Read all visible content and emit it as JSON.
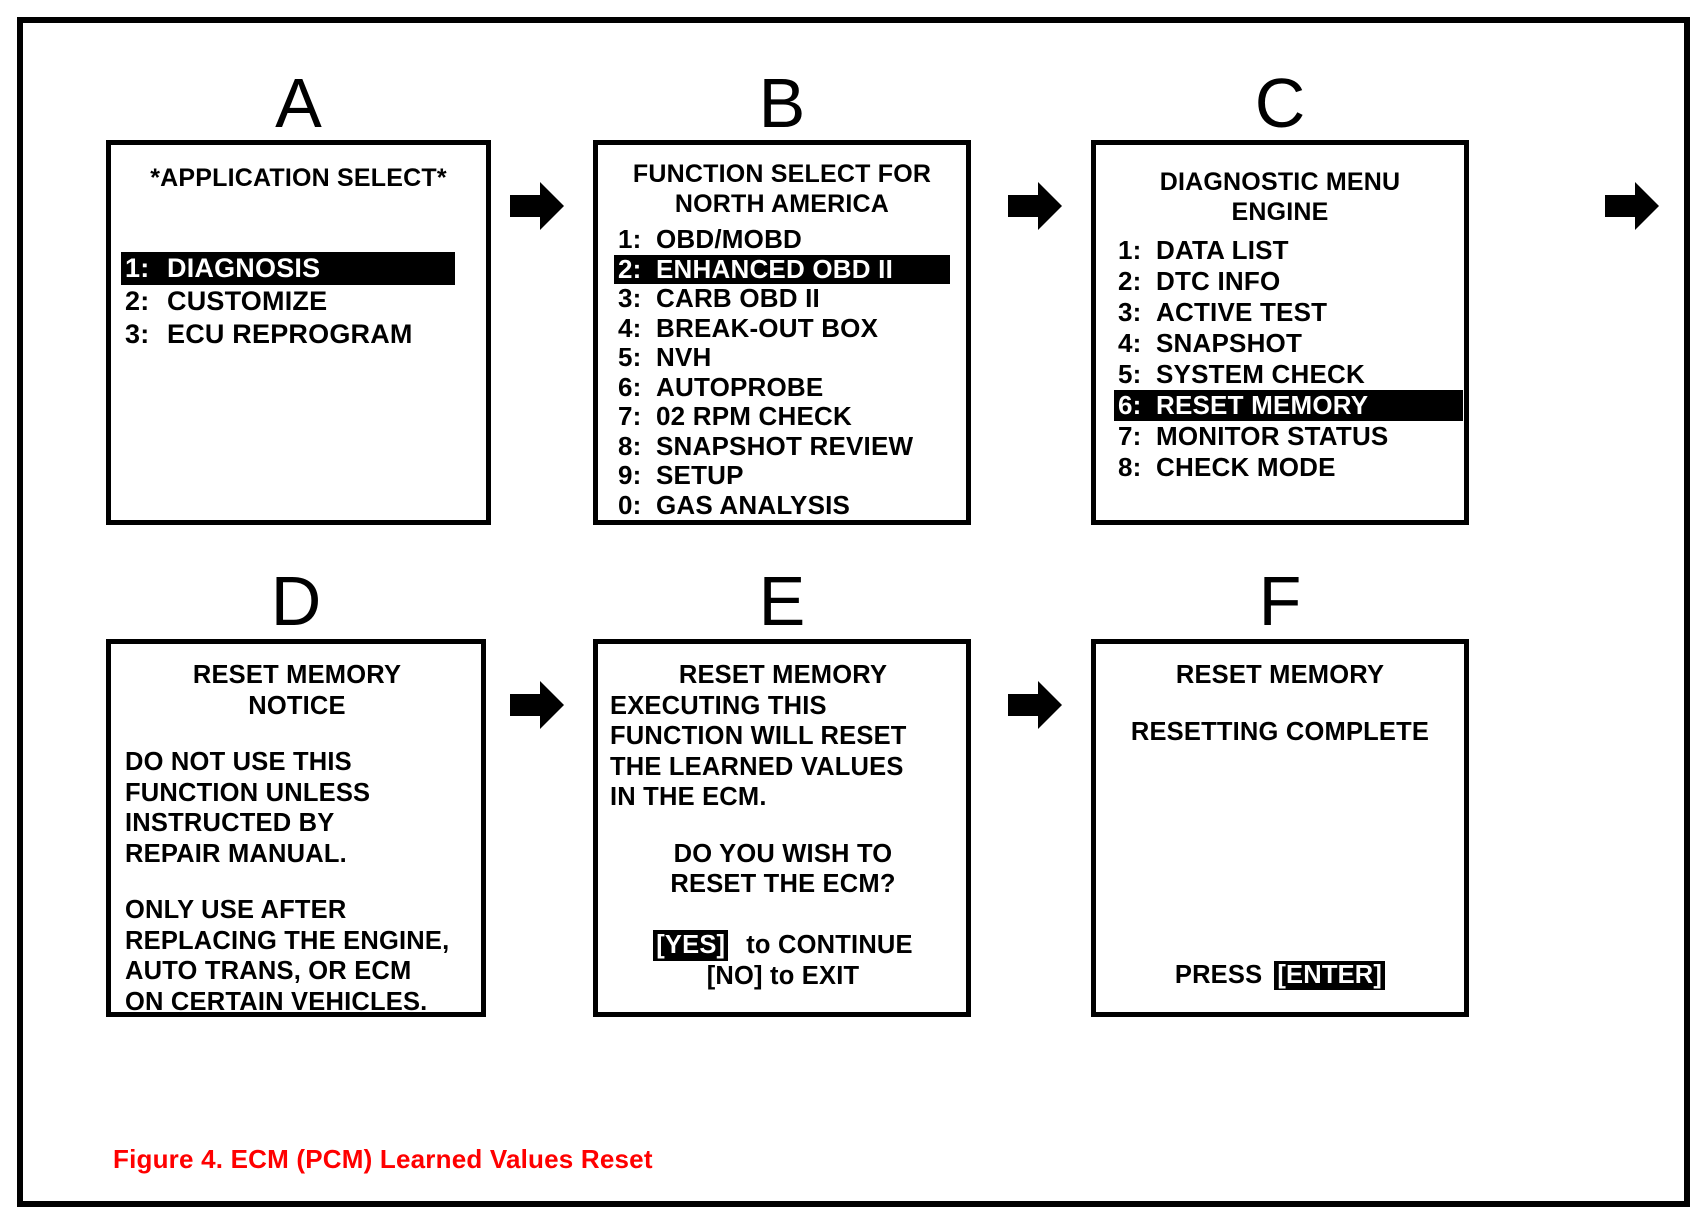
{
  "figure": {
    "caption": "Figure 4. ECM (PCM) Learned Values Reset",
    "caption_color": "#FF0000",
    "border_color": "#000000",
    "background": "#FFFFFF"
  },
  "panels": {
    "a": {
      "letter": "A",
      "title": "*APPLICATION SELECT*",
      "items": [
        {
          "num": "1:",
          "label": "DIAGNOSIS",
          "highlighted": true
        },
        {
          "num": "2:",
          "label": "CUSTOMIZE",
          "highlighted": false
        },
        {
          "num": "3:",
          "label": "ECU REPROGRAM",
          "highlighted": false
        }
      ]
    },
    "b": {
      "letter": "B",
      "title": "FUNCTION SELECT FOR\nNORTH AMERICA",
      "items": [
        {
          "num": "1:",
          "label": "OBD/MOBD",
          "highlighted": false
        },
        {
          "num": "2:",
          "label": "ENHANCED OBD II",
          "highlighted": true
        },
        {
          "num": "3:",
          "label": "CARB OBD II",
          "highlighted": false
        },
        {
          "num": "4:",
          "label": "BREAK-OUT BOX",
          "highlighted": false
        },
        {
          "num": "5:",
          "label": "NVH",
          "highlighted": false
        },
        {
          "num": "6:",
          "label": "AUTOPROBE",
          "highlighted": false
        },
        {
          "num": "7:",
          "label": "02 RPM CHECK",
          "highlighted": false
        },
        {
          "num": "8:",
          "label": "SNAPSHOT REVIEW",
          "highlighted": false
        },
        {
          "num": "9:",
          "label": "SETUP",
          "highlighted": false
        },
        {
          "num": "0:",
          "label": "GAS ANALYSIS",
          "highlighted": false
        }
      ]
    },
    "c": {
      "letter": "C",
      "title": "DIAGNOSTIC MENU\nENGINE",
      "items": [
        {
          "num": "1:",
          "label": "DATA LIST",
          "highlighted": false
        },
        {
          "num": "2:",
          "label": "DTC INFO",
          "highlighted": false
        },
        {
          "num": "3:",
          "label": "ACTIVE TEST",
          "highlighted": false
        },
        {
          "num": "4:",
          "label": "SNAPSHOT",
          "highlighted": false
        },
        {
          "num": "5:",
          "label": "SYSTEM CHECK",
          "highlighted": false
        },
        {
          "num": "6:",
          "label": "RESET MEMORY",
          "highlighted": true
        },
        {
          "num": "7:",
          "label": "MONITOR STATUS",
          "highlighted": false
        },
        {
          "num": "8:",
          "label": "CHECK MODE",
          "highlighted": false
        }
      ]
    },
    "d": {
      "letter": "D",
      "title": "RESET MEMORY\nNOTICE",
      "body1": "DO NOT USE THIS\nFUNCTION UNLESS\nINSTRUCTED BY\nREPAIR MANUAL.",
      "body2": "ONLY USE AFTER\nREPLACING THE ENGINE,\nAUTO TRANS, OR ECM\nON CERTAIN VEHICLES."
    },
    "e": {
      "letter": "E",
      "title": "RESET MEMORY",
      "body1": "EXECUTING THIS\nFUNCTION WILL RESET\nTHE LEARNED VALUES\nIN THE ECM.",
      "body2": "DO YOU WISH TO\nRESET THE ECM?",
      "yes_key": "[YES]",
      "yes_text": "to CONTINUE",
      "no_line": "[NO] to EXIT"
    },
    "f": {
      "letter": "F",
      "title": "RESET MEMORY",
      "body1": "RESETTING COMPLETE",
      "press_label": "PRESS",
      "enter_key": "[ENTER]"
    }
  },
  "arrows": {
    "a_to_b": "arrow-right-icon",
    "b_to_c": "arrow-right-icon",
    "c_to_d": "arrow-right-icon",
    "d_to_e": "arrow-right-icon",
    "e_to_f": "arrow-right-icon"
  }
}
